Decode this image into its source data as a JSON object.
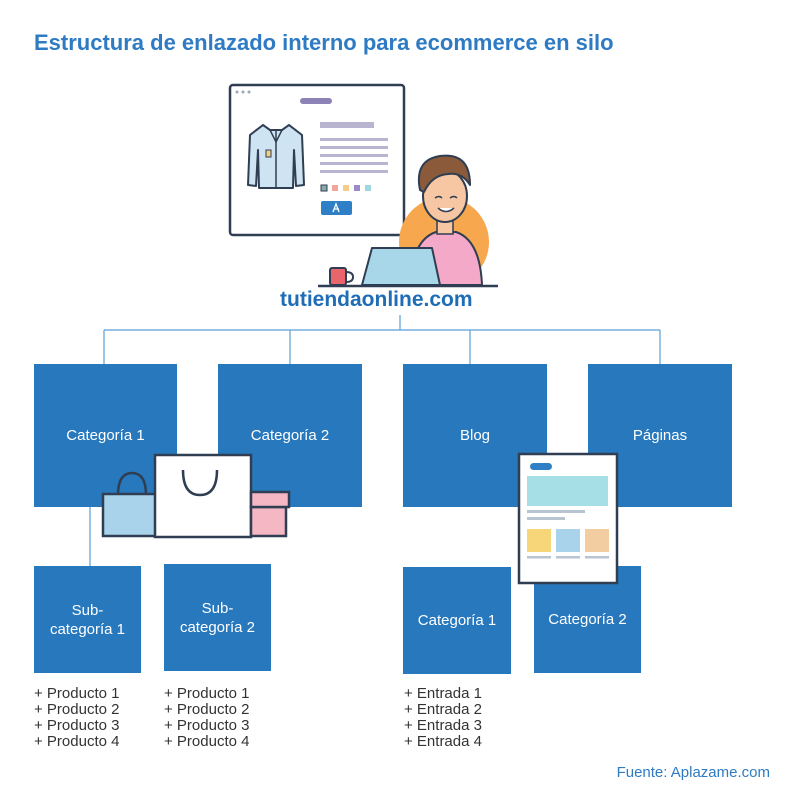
{
  "title": "Estructura de enlazado interno para ecommerce en silo",
  "site": "tutiendaonline.com",
  "sections": {
    "cat1": "Categoría 1",
    "cat2": "Categoría 2",
    "blog": "Blog",
    "pages": "Páginas"
  },
  "subsections": {
    "sub1": {
      "line1": "Sub-",
      "line2": "categoría 1"
    },
    "sub2": {
      "line1": "Sub-",
      "line2": "categoría 2"
    },
    "blogcat1": "Categoría 1",
    "blogcat2": "Categoría 2"
  },
  "lists": {
    "sub1_products": [
      "+ Producto 1",
      "+ Producto 2",
      "+ Producto 3",
      "+ Producto 4"
    ],
    "sub2_products": [
      "+ Producto 1",
      "+ Producto 2",
      "+ Producto 3",
      "+ Producto 4"
    ],
    "blog_entries": [
      "+ Entrada 1",
      "+ Entrada 2",
      "+ Entrada 3",
      "+ Entrada 4"
    ]
  },
  "source": "Fuente: Aplazame.com",
  "colors": {
    "title": "#2e7bc4",
    "box": "#2878bd",
    "connector": "#5a9fd6"
  },
  "icons": [
    "browser-window-icon",
    "shirt-icon",
    "person-with-laptop-icon",
    "mug-icon",
    "shopping-bags-icon",
    "gift-box-icon",
    "blog-document-icon"
  ]
}
